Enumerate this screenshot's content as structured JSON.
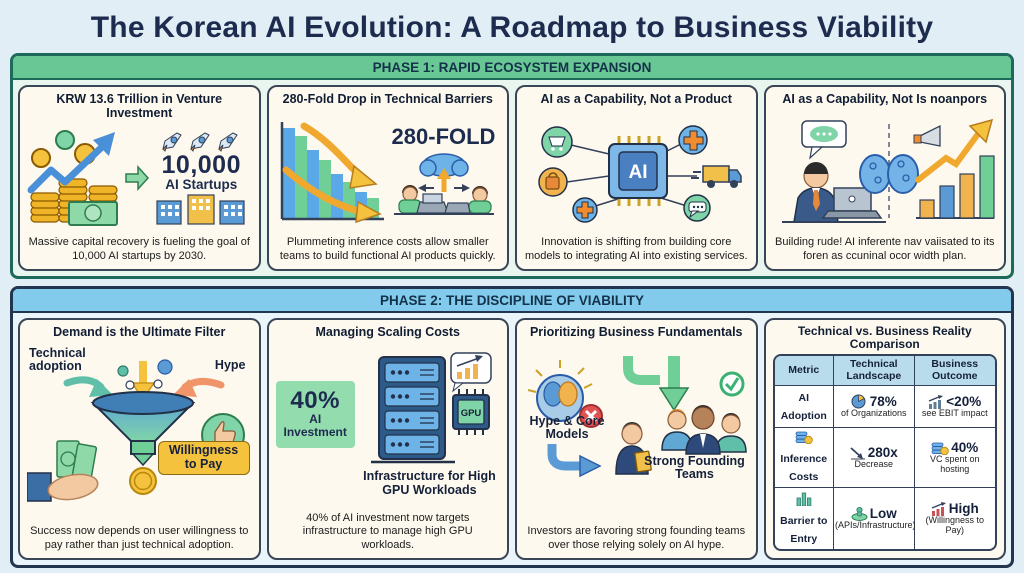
{
  "page": {
    "title": "The Korean AI Evolution: A Roadmap to Business Viability"
  },
  "phase1": {
    "banner": "PHASE 1: RAPID ECOSYSTEM EXPANSION",
    "card1": {
      "title": "KRW 13.6 Trillion in Venture Investment",
      "stat": "10,000",
      "stat_label": "AI Startups",
      "caption": "Massive capital recovery is fueling the goal of 10,000 AI startups by 2030."
    },
    "card2": {
      "title": "280-Fold Drop in Technical Barriers",
      "stat": "280-FOLD",
      "caption": "Plummeting inference costs allow smaller teams to build functional AI products quickly."
    },
    "card3": {
      "title": "AI as a Capability, Not a Product",
      "chip_label": "AI",
      "caption": "Innovation is shifting from building core models to integrating AI into existing services."
    },
    "card4": {
      "title": "AI as a Capability, Not Is noanpors",
      "caption": "Building rude! AI inferente nav vaiisated to its foren as ccuninal ocor width plan."
    }
  },
  "phase2": {
    "banner": "PHASE 2: THE DISCIPLINE OF VIABILITY",
    "card1": {
      "title": "Demand is the Ultimate Filter",
      "left_label": "Technical adoption",
      "right_label": "Hype",
      "tag": "Willingness to Pay",
      "caption": "Success now depends on user willingness to pay rather than just technical adoption."
    },
    "card2": {
      "title": "Managing Scaling Costs",
      "stat": "40%",
      "stat_label": "AI Investment",
      "gpu_label": "GPU",
      "infra_label": "Infrastructure for High GPU Workloads",
      "caption": "40% of AI investment now targets infrastructure to manage high GPU workloads."
    },
    "card3": {
      "title": "Prioritizing Business Fundamentals",
      "reject_label": "Hype & Core Models",
      "accept_label": "Strong Founding Teams",
      "caption": "Investors are favoring strong founding teams over those relying solely on AI hype."
    },
    "card4": {
      "title": "Technical vs. Business Reality Comparison",
      "table": {
        "headers": [
          "Metric",
          "Technical Landscape",
          "Business Outcome"
        ],
        "rows": [
          {
            "metric": "AI Adoption",
            "tech_value": "78%",
            "tech_sub": "of Organizations",
            "biz_value": "<20%",
            "biz_sub": "see EBIT impact"
          },
          {
            "metric": "Inference Costs",
            "tech_value": "280x",
            "tech_sub": "Decrease",
            "biz_value": "40%",
            "biz_sub": "VC spent on hosting"
          },
          {
            "metric": "Barrier to Entry",
            "tech_value": "Low",
            "tech_sub": "(APIs/Infrastructure)",
            "biz_value": "High",
            "biz_sub": "(Willingness to Pay)"
          }
        ]
      }
    }
  },
  "colors": {
    "phase1_header": "#68c794",
    "phase2_header": "#82cbec",
    "accent_navy": "#1d2b4f",
    "card_bg": "#fdf9ee",
    "highlight_green": "#93dcae",
    "tag_yellow": "#f5c23e"
  }
}
